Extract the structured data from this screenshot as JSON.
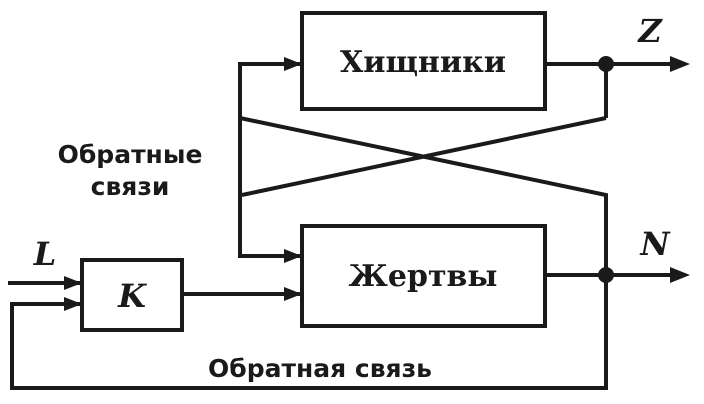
{
  "blocks": {
    "predators": "Хищники",
    "prey": "Жертвы",
    "controller": "K"
  },
  "signals": {
    "input": "L",
    "predator_output": "Z",
    "prey_output": "N"
  },
  "captions": {
    "cross_feedback_line1": "Обратные",
    "cross_feedback_line2": "связи",
    "feedback": "Обратная связь"
  }
}
